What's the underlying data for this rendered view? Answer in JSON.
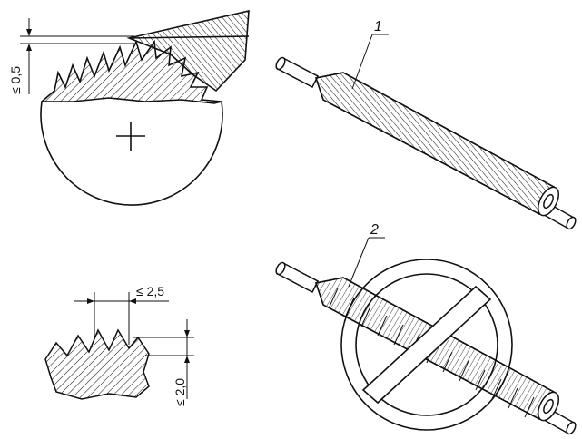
{
  "labels": {
    "top_dimension": "≤ 0,5",
    "pitch_dimension": "≤ 2,5",
    "depth_dimension": "≤ 2,0",
    "callout_correct": "1",
    "callout_wrong": "2"
  },
  "colors": {
    "ink": "#111111",
    "background": "#ffffff"
  }
}
